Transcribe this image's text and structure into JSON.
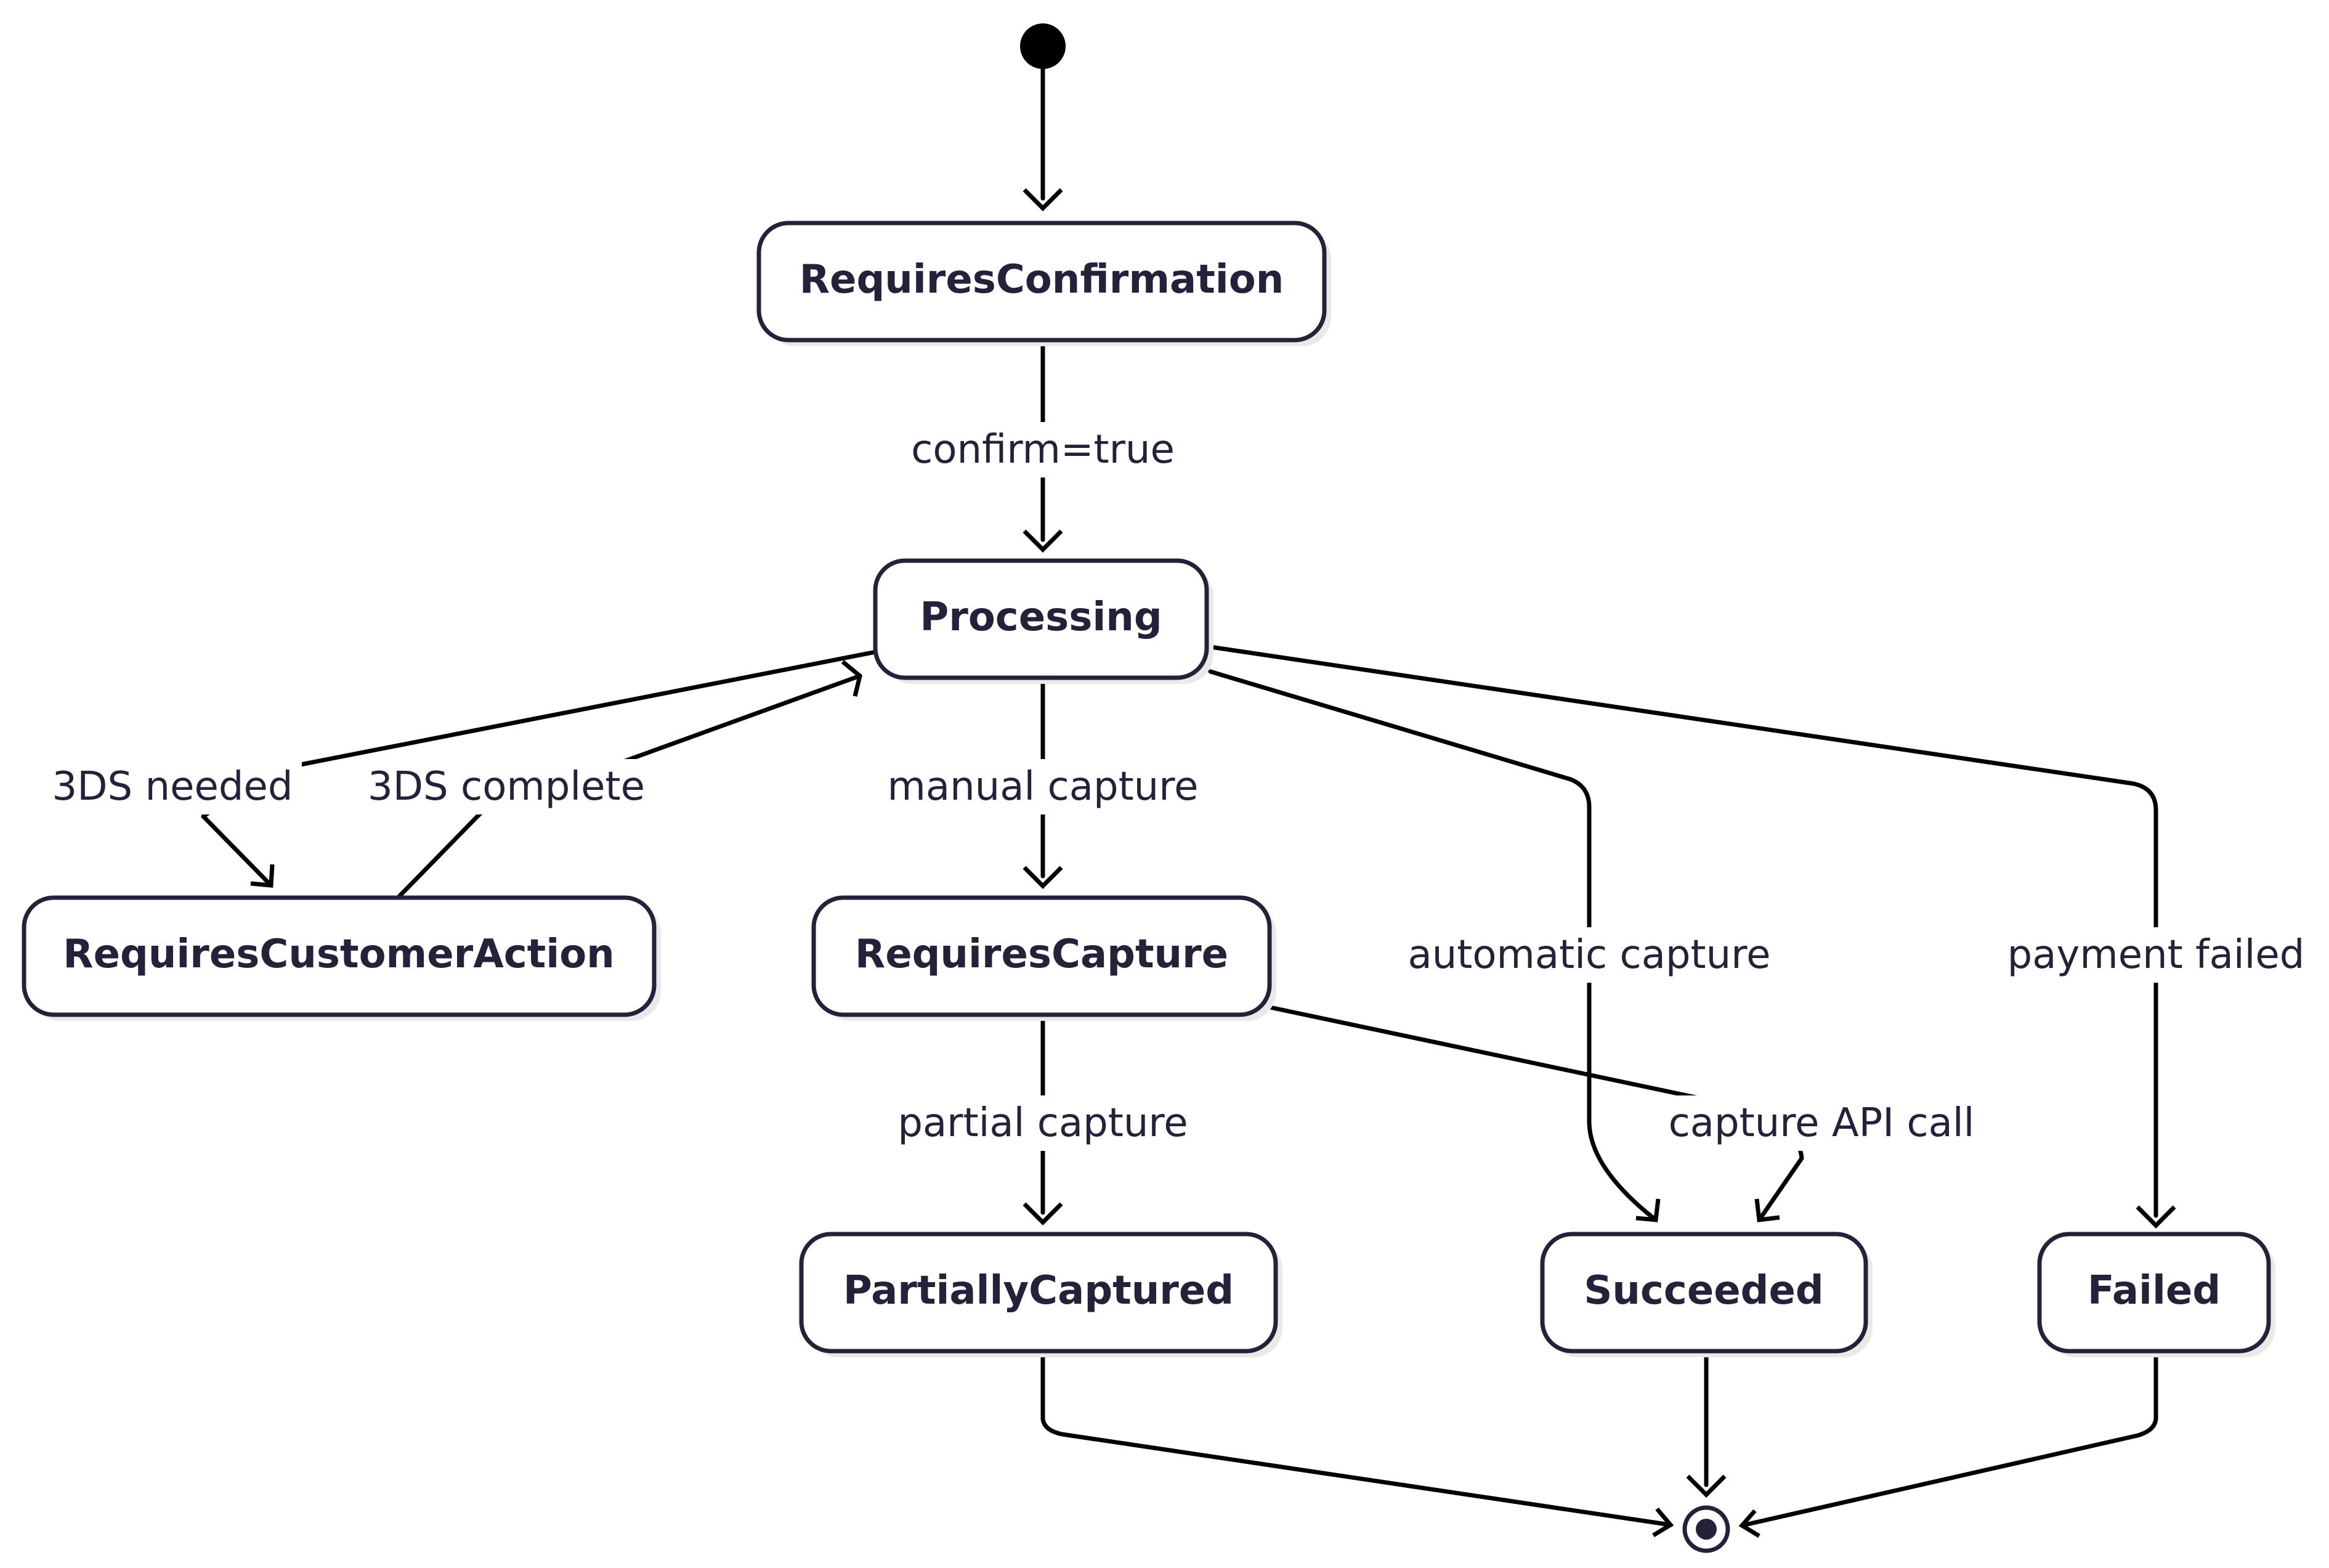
{
  "diagram": {
    "states": {
      "requires_confirmation": "RequiresConfirmation",
      "processing": "Processing",
      "requires_customer_action": "RequiresCustomerAction",
      "requires_capture": "RequiresCapture",
      "partially_captured": "PartiallyCaptured",
      "succeeded": "Succeeded",
      "failed": "Failed"
    },
    "transitions": {
      "confirm_true": "confirm=true",
      "three_ds_needed": "3DS needed",
      "three_ds_complete": "3DS complete",
      "manual_capture": "manual capture",
      "automatic_capture": "automatic capture",
      "payment_failed": "payment failed",
      "partial_capture": "partial capture",
      "capture_api_call": "capture API call"
    }
  }
}
